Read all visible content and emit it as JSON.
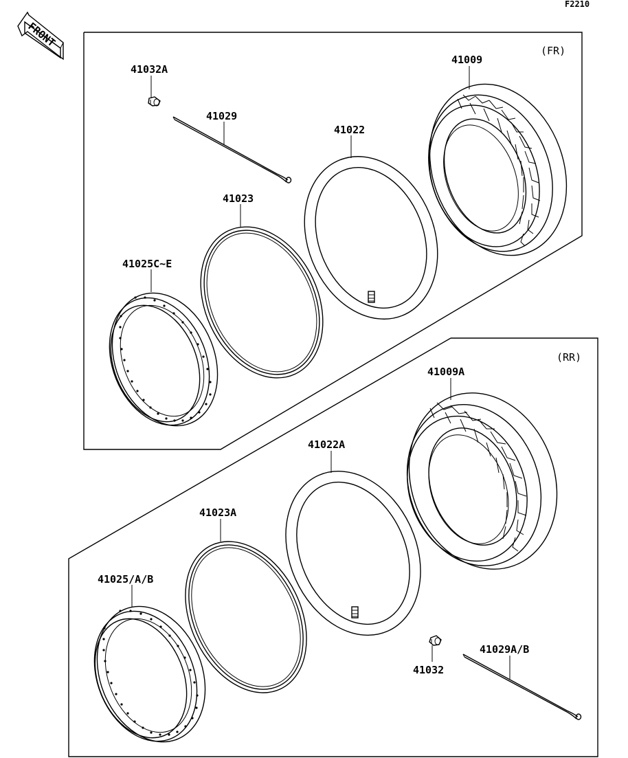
{
  "diagram_code": "F2210",
  "front_label": "FRONT",
  "sections": {
    "front": {
      "label": "(FR)"
    },
    "rear": {
      "label": "(RR)"
    }
  },
  "parts": {
    "fr_valve_cap": "41032A",
    "fr_spoke": "41029",
    "fr_tube": "41022",
    "fr_tire": "41009",
    "fr_rim_band": "41023",
    "fr_rim": "41025C~E",
    "rr_tire": "41009A",
    "rr_tube": "41022A",
    "rr_rim_band": "41023A",
    "rr_rim": "41025/A/B",
    "rr_valve_cap": "41032",
    "rr_spoke": "41029A/B"
  },
  "icons": {
    "front_arrow": "front-arrow-icon",
    "tire": "tire-icon",
    "tube": "inner-tube-icon",
    "rim_band": "rim-band-icon",
    "rim": "rim-icon",
    "valve": "valve-icon",
    "spoke": "spoke-icon"
  },
  "colors": {
    "ink": "#000000",
    "paper": "#ffffff"
  }
}
